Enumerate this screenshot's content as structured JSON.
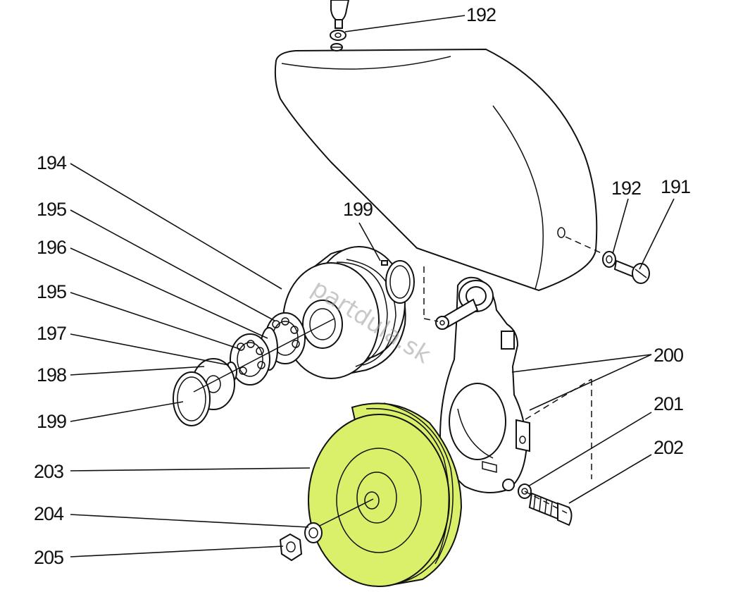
{
  "diagram": {
    "watermark": "partdula.sk",
    "highlight_color": "#dbf06a",
    "callouts": {
      "c192_top": "192",
      "c192_right": "192",
      "c191": "191",
      "c194": "194",
      "c195_a": "195",
      "c196": "196",
      "c195_b": "195",
      "c197": "197",
      "c198": "198",
      "c199_left": "199",
      "c199_top": "199",
      "c200": "200",
      "c201": "201",
      "c202": "202",
      "c203": "203",
      "c204": "204",
      "c205": "205"
    }
  }
}
